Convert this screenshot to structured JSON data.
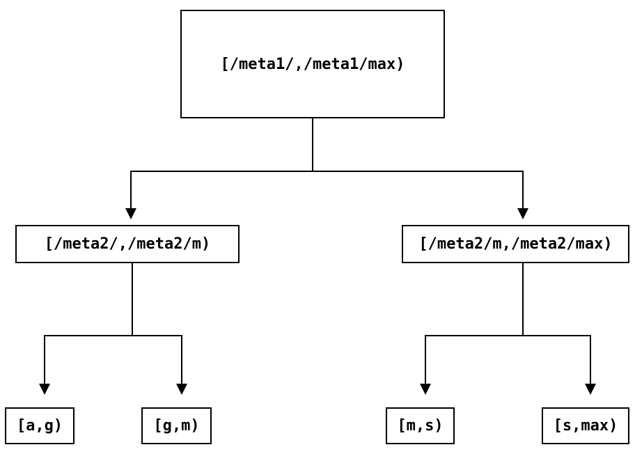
{
  "diagram": {
    "type": "tree",
    "colors": {
      "background": "#ffffff",
      "line": "#000000",
      "box_border": "#000000",
      "text": "#000000"
    },
    "nodes": {
      "root": {
        "label": "[/meta1/,/meta1/max)"
      },
      "left": {
        "label": "[/meta2/,/meta2/m)"
      },
      "right": {
        "label": "[/meta2/m,/meta2/max)"
      },
      "leaf_ag": {
        "label": "[a,g)"
      },
      "leaf_gm": {
        "label": "[g,m)"
      },
      "leaf_ms": {
        "label": "[m,s)"
      },
      "leaf_smax": {
        "label": "[s,max)"
      }
    },
    "edges": [
      {
        "from": "root",
        "to": "left"
      },
      {
        "from": "root",
        "to": "right"
      },
      {
        "from": "left",
        "to": "leaf_ag"
      },
      {
        "from": "left",
        "to": "leaf_gm"
      },
      {
        "from": "right",
        "to": "leaf_ms"
      },
      {
        "from": "right",
        "to": "leaf_smax"
      }
    ]
  }
}
